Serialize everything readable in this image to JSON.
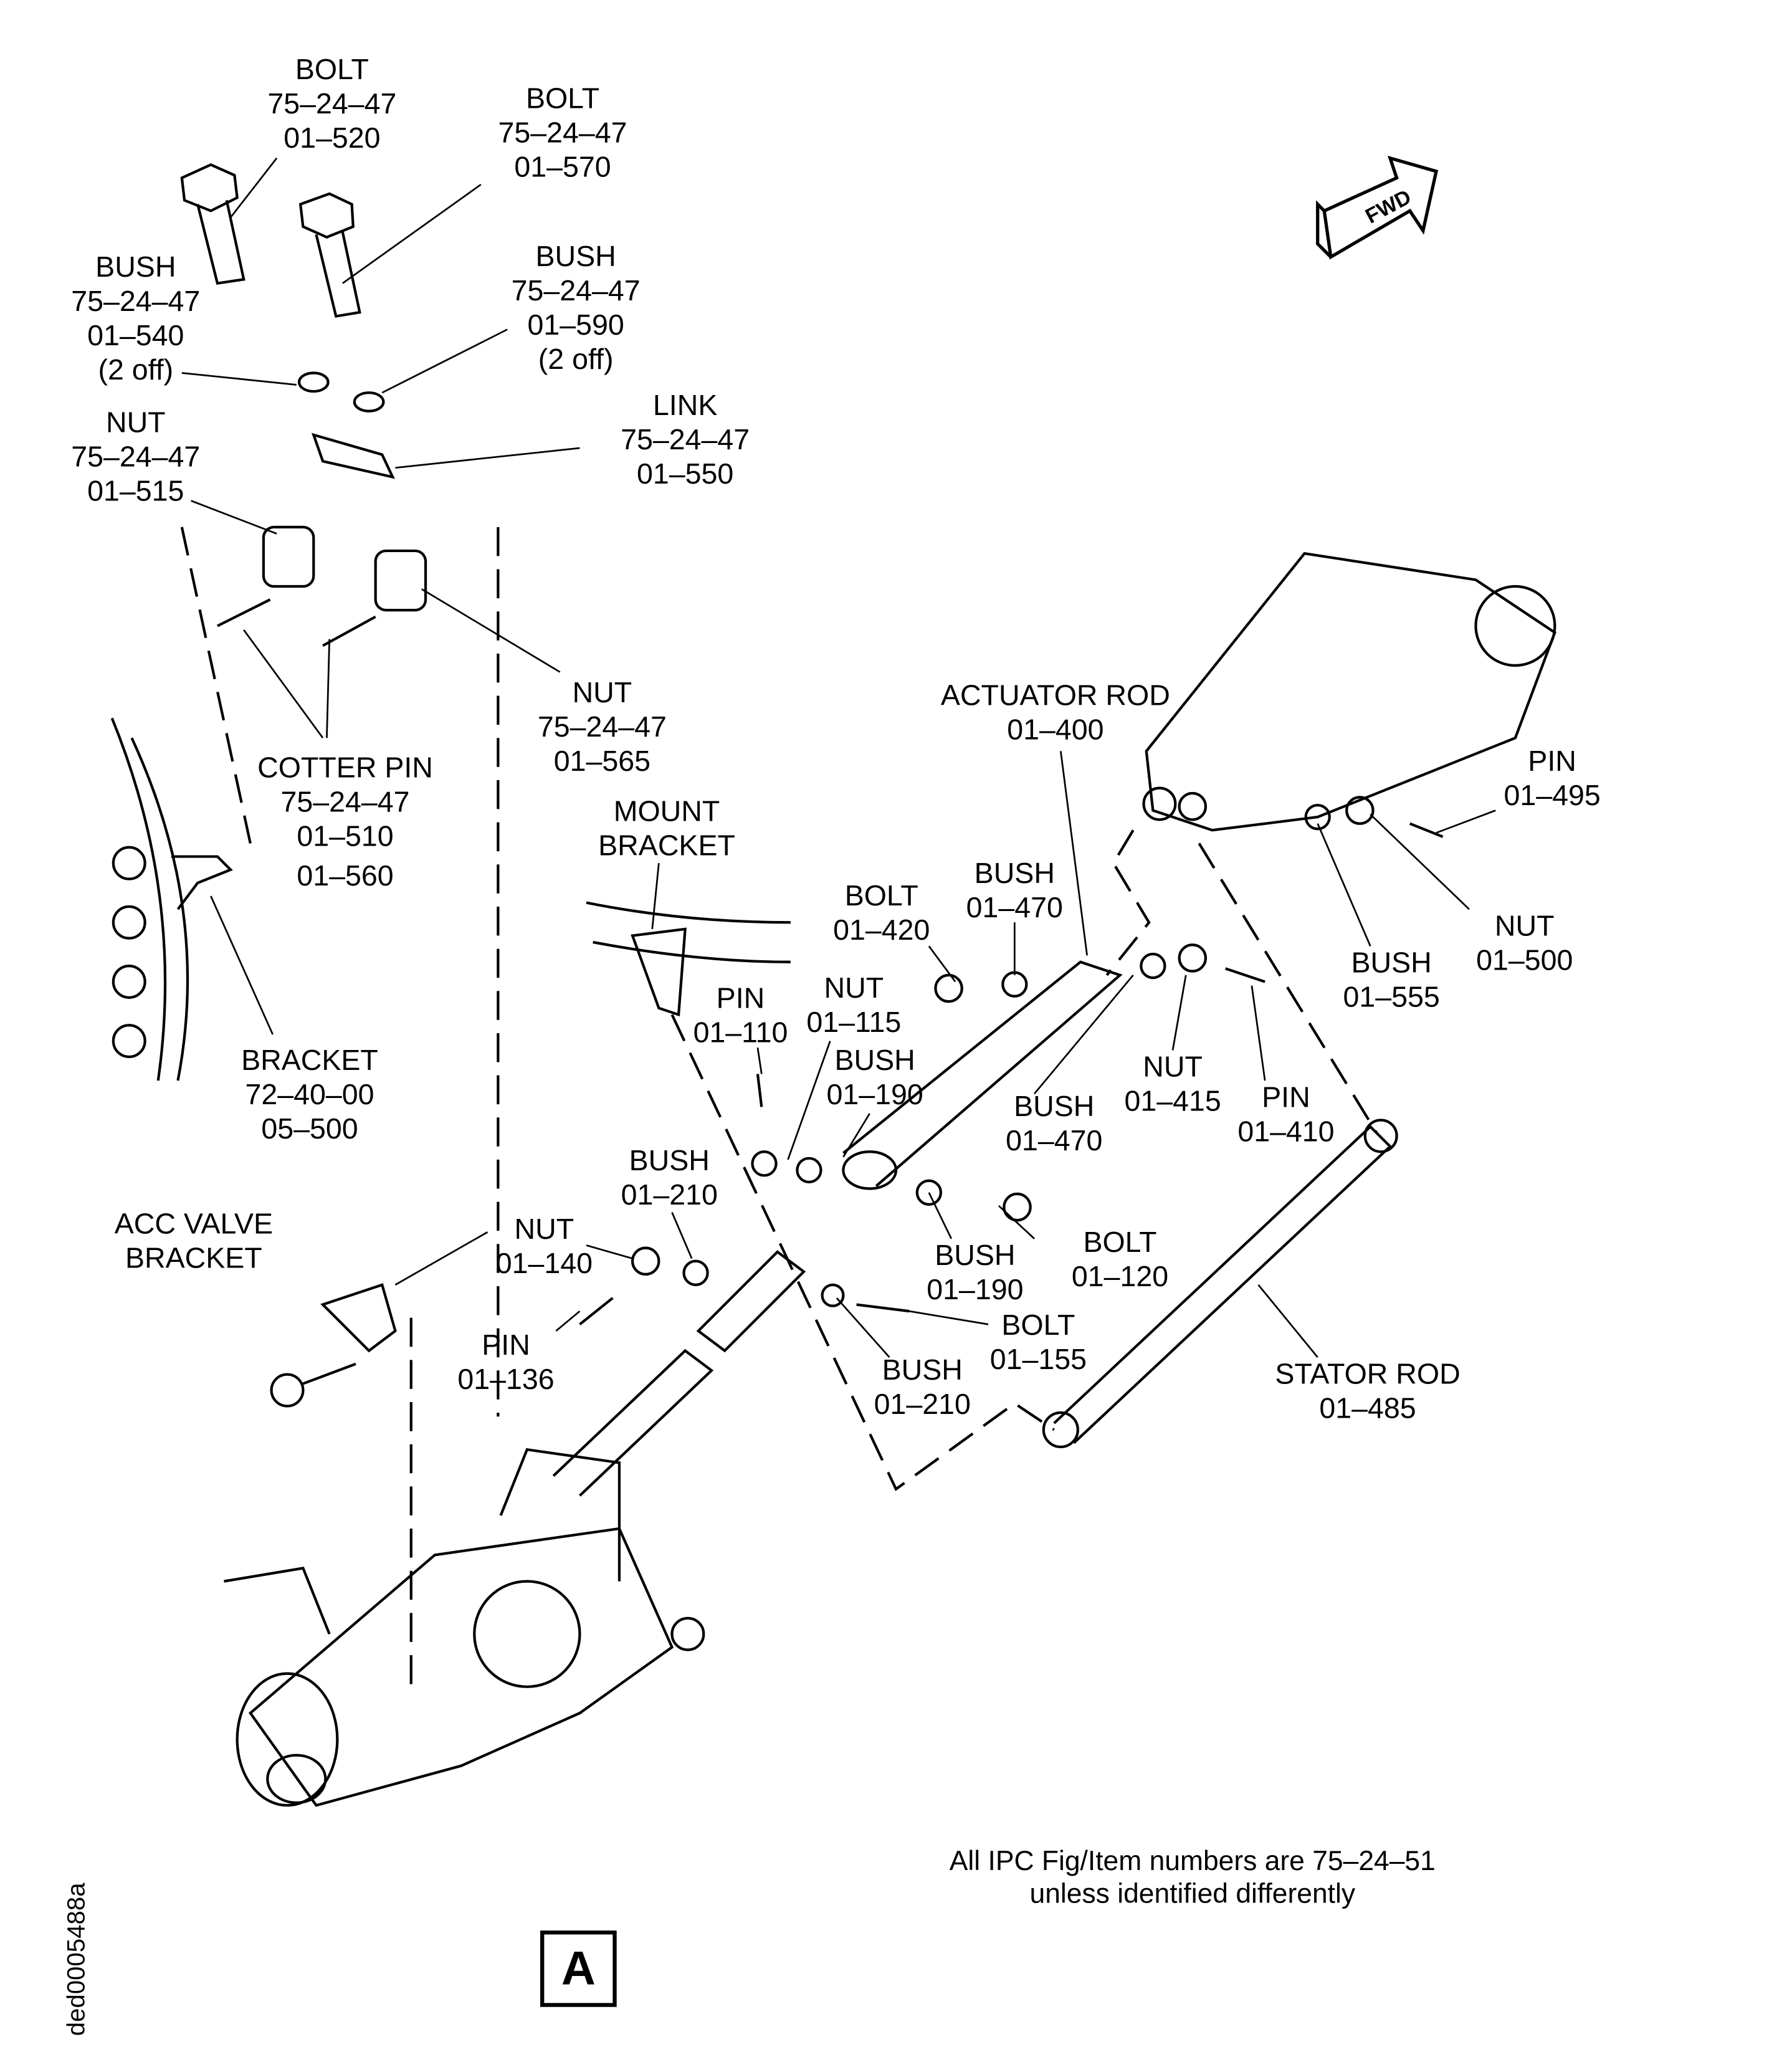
{
  "labels": [
    {
      "id": "bolt-520",
      "lines": [
        "BOLT",
        "75–24–47",
        "01–520"
      ]
    },
    {
      "id": "bolt-570",
      "lines": [
        "BOLT",
        "75–24–47",
        "01–570"
      ]
    },
    {
      "id": "bush-540",
      "lines": [
        "BUSH",
        "75–24–47",
        "01–540",
        "(2 off)"
      ]
    },
    {
      "id": "bush-590",
      "lines": [
        "BUSH",
        "75–24–47",
        "01–590",
        "(2 off)"
      ]
    },
    {
      "id": "nut-515",
      "lines": [
        "NUT",
        "75–24–47",
        "01–515"
      ]
    },
    {
      "id": "link-550",
      "lines": [
        "LINK",
        "75–24–47",
        "01–550"
      ]
    },
    {
      "id": "nut-565",
      "lines": [
        "NUT",
        "75–24–47",
        "01–565"
      ]
    },
    {
      "id": "cotter-pin",
      "lines": [
        "COTTER PIN",
        "75–24–47",
        "01–510",
        "01–560"
      ]
    },
    {
      "id": "bracket-05-500",
      "lines": [
        "BRACKET",
        "72–40–00",
        "05–500"
      ]
    },
    {
      "id": "mount-bracket",
      "lines": [
        "MOUNT",
        "BRACKET"
      ]
    },
    {
      "id": "actuator-rod",
      "lines": [
        "ACTUATOR ROD",
        "01–400"
      ]
    },
    {
      "id": "pin-495",
      "lines": [
        "PIN",
        "01–495"
      ]
    },
    {
      "id": "bolt-420",
      "lines": [
        "BOLT",
        "01–420"
      ]
    },
    {
      "id": "bush-470a",
      "lines": [
        "BUSH",
        "01–470"
      ]
    },
    {
      "id": "nut-115",
      "lines": [
        "NUT",
        "01–115"
      ]
    },
    {
      "id": "pin-110",
      "lines": [
        "PIN",
        "01–110"
      ]
    },
    {
      "id": "bush-190a",
      "lines": [
        "BUSH",
        "01–190"
      ]
    },
    {
      "id": "nut-500",
      "lines": [
        "NUT",
        "01–500"
      ]
    },
    {
      "id": "bush-555",
      "lines": [
        "BUSH",
        "01–555"
      ]
    },
    {
      "id": "nut-415",
      "lines": [
        "NUT",
        "01–415"
      ]
    },
    {
      "id": "pin-410",
      "lines": [
        "PIN",
        "01–410"
      ]
    },
    {
      "id": "bush-470b",
      "lines": [
        "BUSH",
        "01–470"
      ]
    },
    {
      "id": "bush-210a",
      "lines": [
        "BUSH",
        "01–210"
      ]
    },
    {
      "id": "acc-valve-bracket",
      "lines": [
        "ACC VALVE",
        "BRACKET"
      ]
    },
    {
      "id": "nut-140",
      "lines": [
        "NUT",
        "01–140"
      ]
    },
    {
      "id": "bush-190b",
      "lines": [
        "BUSH",
        "01–190"
      ]
    },
    {
      "id": "bolt-120",
      "lines": [
        "BOLT",
        "01–120"
      ]
    },
    {
      "id": "bolt-155",
      "lines": [
        "BOLT",
        "01–155"
      ]
    },
    {
      "id": "pin-136",
      "lines": [
        "PIN",
        "01–136"
      ]
    },
    {
      "id": "bush-210b",
      "lines": [
        "BUSH",
        "01–210"
      ]
    },
    {
      "id": "stator-rod",
      "lines": [
        "STATOR ROD",
        "01–485"
      ]
    }
  ],
  "fwd_arrow": "FWD",
  "note": [
    "All IPC Fig/Item numbers are 75–24–51",
    "unless identified differently"
  ],
  "view_label": "A",
  "drawing_id": "ded0005488a"
}
